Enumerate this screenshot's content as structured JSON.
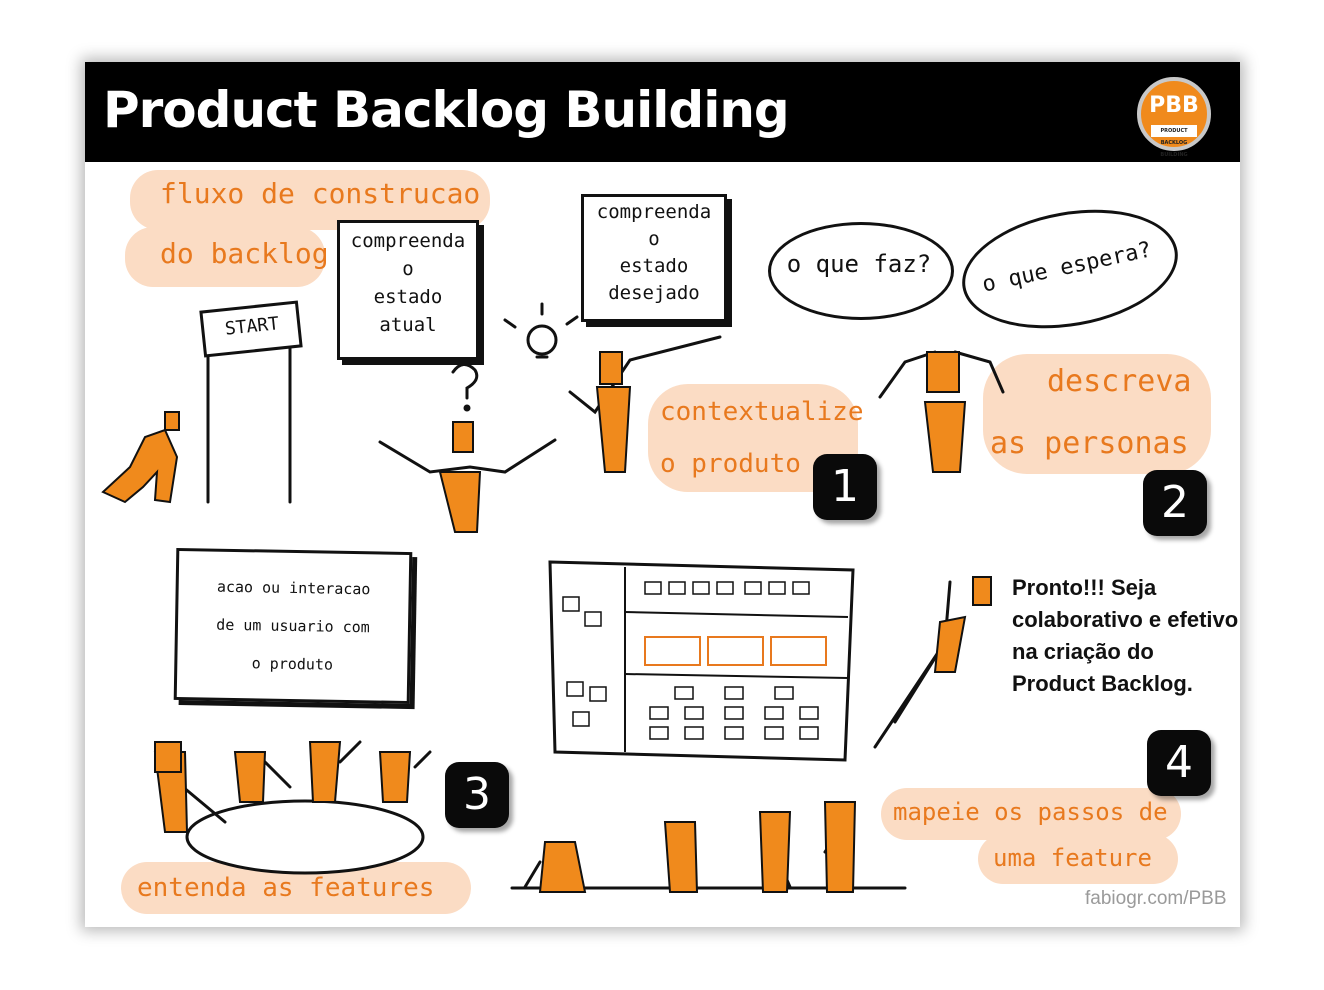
{
  "header": {
    "title": "Product Backlog Building",
    "logo_text": "PBB",
    "logo_subtext": "PRODUCT BACKLOG BUILDING"
  },
  "intro": {
    "line1": "fluxo de construcao",
    "line2": "do backlog",
    "start_sign": "START"
  },
  "step1": {
    "badge": "1",
    "box_current": [
      "compreenda",
      "o",
      "estado",
      "atual"
    ],
    "box_desired": [
      "compreenda",
      "o",
      "estado",
      "desejado"
    ],
    "caption_line1": "contextualize",
    "caption_line2": "o produto"
  },
  "step2": {
    "badge": "2",
    "bubble1": "o que faz?",
    "bubble2": "o que espera?",
    "caption_line1": "descreva",
    "caption_line2": "as personas"
  },
  "step3": {
    "badge": "3",
    "note": [
      "acao ou interacao",
      "de um usuario com",
      "o produto"
    ],
    "caption": "entenda as features"
  },
  "step4": {
    "badge": "4",
    "caption_line1": "mapeie os passos de",
    "caption_line2": "uma feature"
  },
  "final": {
    "message": "Pronto!!! Seja colaborativo e efetivo na criação do Product Backlog."
  },
  "credit": "fabiogr.com/PBB",
  "colors": {
    "accent": "#f08a1c",
    "highlight": "#fbdcc4",
    "ink": "#111111",
    "header": "#000000"
  }
}
